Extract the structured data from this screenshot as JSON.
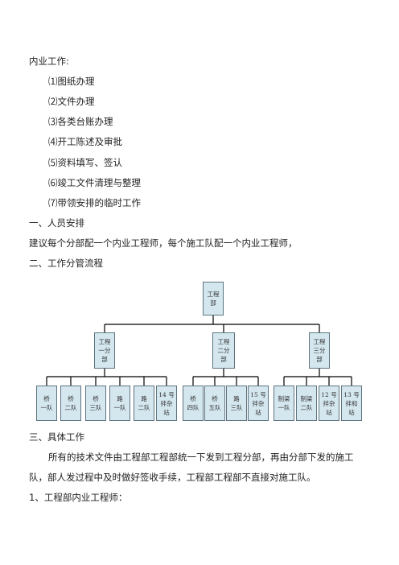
{
  "lines": {
    "internal_heading": "内业工作:",
    "item1": "⑴图纸办理",
    "item2": "⑵文件办理",
    "item3": "⑶各类台账办理",
    "item4": "⑷开工陈述及审批",
    "item5": "⑸资料填写、签认",
    "item6": "⑹竣工文件清理与整理",
    "item7": "⑺带领安排的临时工作",
    "section1": "一、人员安排",
    "suggestion": "建议每个分部配一个内业工程师，每个施工队配一个内业工程师，",
    "section2": "二、工作分管流程",
    "section3": "三、具体工作",
    "para_line1": "所有的技术文件由工程部工程部统一下发到工程分部，再由分部下发的施工",
    "para_line2": "队，部人发过程中及时做好签收手续，工程部工程部不直接对施工队。",
    "section4": "1、工程部内业工程师："
  },
  "org_chart": {
    "root": "工程\n部",
    "branches": [
      {
        "label": "工程\n一分\n部",
        "teams": [
          "桥\n一队",
          "桥\n二队",
          "桥\n三队",
          "路\n一队",
          "路\n二队",
          "14 号\n拌杂\n站"
        ]
      },
      {
        "label": "工程\n二分\n部",
        "teams": [
          "桥\n四队",
          "桥\n五队",
          "路\n三队",
          "15 号\n拌杂\n站"
        ]
      },
      {
        "label": "工程\n三分\n部",
        "teams": [
          "制梁\n一队",
          "制梁\n二队",
          "12 号\n拌杂\n站",
          "13 号\n拌和\n站"
        ]
      }
    ]
  }
}
